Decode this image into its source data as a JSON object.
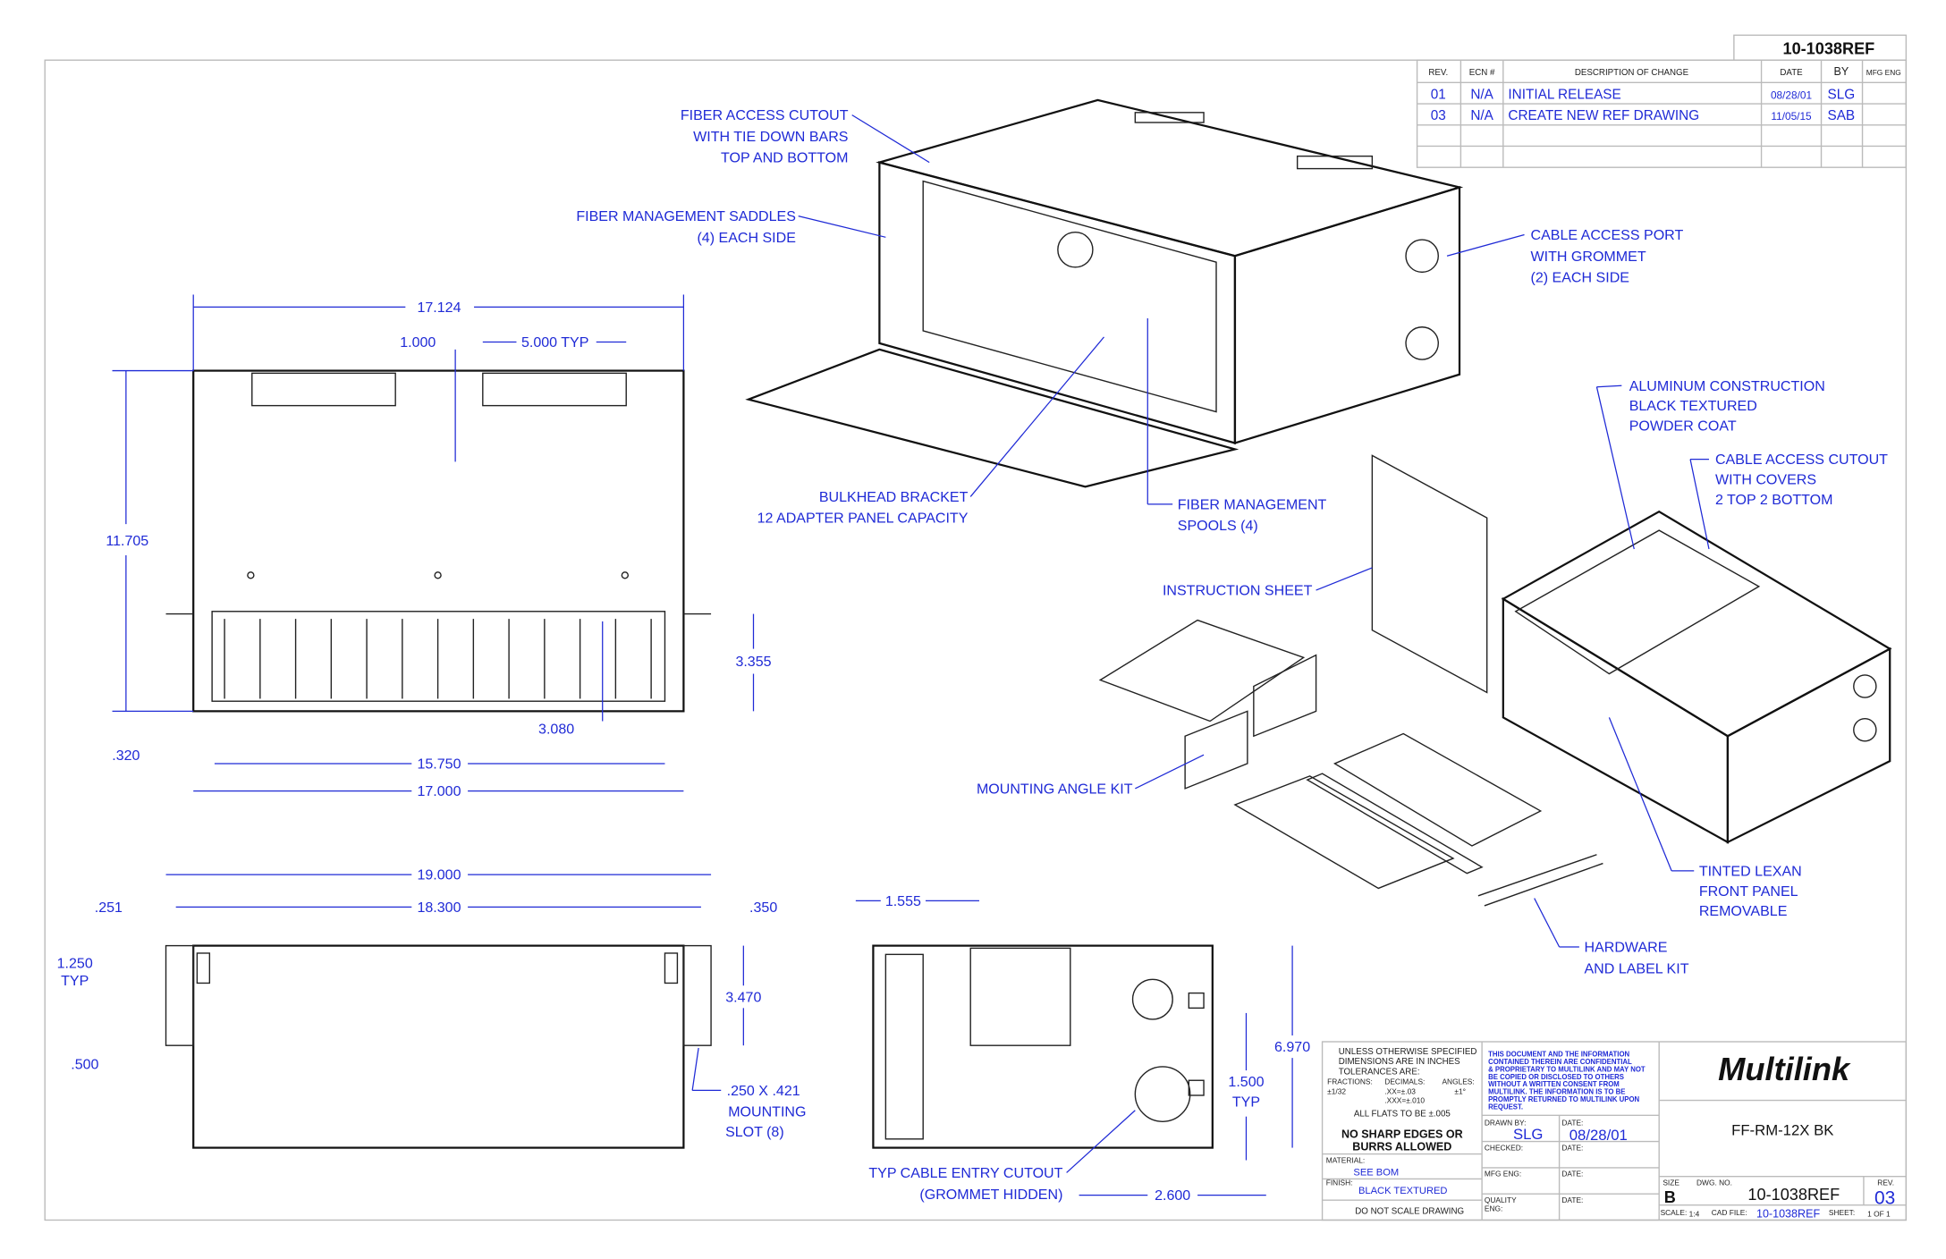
{
  "drawing_number_header": "10-1038REF",
  "revision_table": {
    "headers": [
      "REV.",
      "ECN #",
      "DESCRIPTION OF CHANGE",
      "DATE",
      "BY",
      "MFG ENG"
    ],
    "rows": [
      {
        "rev": "01",
        "ecn": "N/A",
        "description": "INITIAL RELEASE",
        "date": "08/28/01",
        "by": "SLG",
        "mfg": ""
      },
      {
        "rev": "03",
        "ecn": "N/A",
        "description": "CREATE NEW REF DRAWING",
        "date": "11/05/15",
        "by": "SAB",
        "mfg": ""
      }
    ]
  },
  "callouts": {
    "fiber_access": [
      "FIBER ACCESS CUTOUT",
      "WITH TIE DOWN BARS",
      "TOP AND BOTTOM"
    ],
    "saddles": [
      "FIBER MANAGEMENT SADDLES",
      "(4) EACH SIDE"
    ],
    "cable_port": [
      "CABLE ACCESS PORT",
      "WITH GROMMET",
      "(2) EACH SIDE"
    ],
    "aluminum": [
      "ALUMINUM CONSTRUCTION",
      "BLACK TEXTURED",
      "POWDER COAT"
    ],
    "cable_cutout": [
      "CABLE ACCESS CUTOUT",
      "WITH COVERS",
      "2 TOP 2 BOTTOM"
    ],
    "bulkhead": [
      "BULKHEAD BRACKET",
      "12 ADAPTER PANEL CAPACITY"
    ],
    "spools": [
      "FIBER MANAGEMENT",
      "SPOOLS (4)"
    ],
    "instruction": "INSTRUCTION SHEET",
    "mounting_kit": "MOUNTING ANGLE KIT",
    "lexan": [
      "TINTED LEXAN",
      "FRONT PANEL",
      "REMOVABLE"
    ],
    "hardware": [
      "HARDWARE",
      "AND LABEL KIT"
    ],
    "slot": [
      ".250 X .421",
      "MOUNTING",
      "SLOT (8)"
    ],
    "entry": [
      "TYP CABLE ENTRY CUTOUT",
      "(GROMMET HIDDEN)"
    ]
  },
  "dimensions": {
    "d17124": "17.124",
    "d1000": "1.000",
    "d5000": "5.000 TYP",
    "d11705": "11.705",
    "d3355": "3.355",
    "d3080": "3.080",
    "d320": ".320",
    "d15750": "15.750",
    "d17000": "17.000",
    "d19000": "19.000",
    "d18300": "18.300",
    "d251": ".251",
    "d350": ".350",
    "d1250": "1.250",
    "typ": "TYP",
    "d3470": "3.470",
    "d500": ".500",
    "d1555": "1.555",
    "d6970": "6.970",
    "d1500": "1.500",
    "d2600": "2.600"
  },
  "title_block": {
    "tolerance_lines": [
      "UNLESS OTHERWISE SPECIFIED",
      "DIMENSIONS ARE IN INCHES",
      "TOLERANCES ARE:"
    ],
    "fractions_label": "FRACTIONS:",
    "fractions_value": "±1/32",
    "decimals_label": "DECIMALS:",
    "decimals_xx": ".XX=±.03",
    "decimals_xxx": ".XXX=±.010",
    "angles_label": "ANGLES:",
    "angles_value": "±1°",
    "flats": "ALL FLATS TO BE ±.005",
    "no_sharp": [
      "NO SHARP EDGES OR",
      "BURRS ALLOWED"
    ],
    "material_label": "MATERIAL:",
    "material_value": "SEE BOM",
    "finish_label": "FINISH:",
    "finish_value": "BLACK TEXTURED",
    "do_not_scale": "DO NOT SCALE DRAWING",
    "confidential": [
      "THIS DOCUMENT AND THE INFORMATION",
      "CONTAINED THEREIN ARE CONFIDENTIAL",
      "& PROPRIETARY TO MULTILINK AND MAY NOT",
      "BE COPIED OR DISCLOSED TO OTHERS",
      "WITHOUT A WRITTEN CONSENT FROM",
      "MULTILINK. THE INFORMATION IS TO BE",
      "PROMPTLY RETURNED TO MULTILINK UPON",
      "REQUEST."
    ],
    "drawn_by_label": "DRAWN BY:",
    "drawn_by": "SLG",
    "date_label": "DATE:",
    "drawn_date": "08/28/01",
    "checked_label": "CHECKED:",
    "mfg_eng_label": "MFG ENG:",
    "quality_label": [
      "QUALITY",
      "ENG:"
    ],
    "logo": "Multilink",
    "part_number": "FF-RM-12X BK",
    "size_label": "SIZE",
    "size": "B",
    "dwg_no_label": "DWG. NO.",
    "dwg_no": "10-1038REF",
    "rev_label": "REV.",
    "rev": "03",
    "scale_label": "SCALE:",
    "scale": "1:4",
    "cad_label": "CAD FILE:",
    "cad_file": "10-1038REF",
    "sheet_label": "SHEET:",
    "sheet": "1 OF 1"
  }
}
